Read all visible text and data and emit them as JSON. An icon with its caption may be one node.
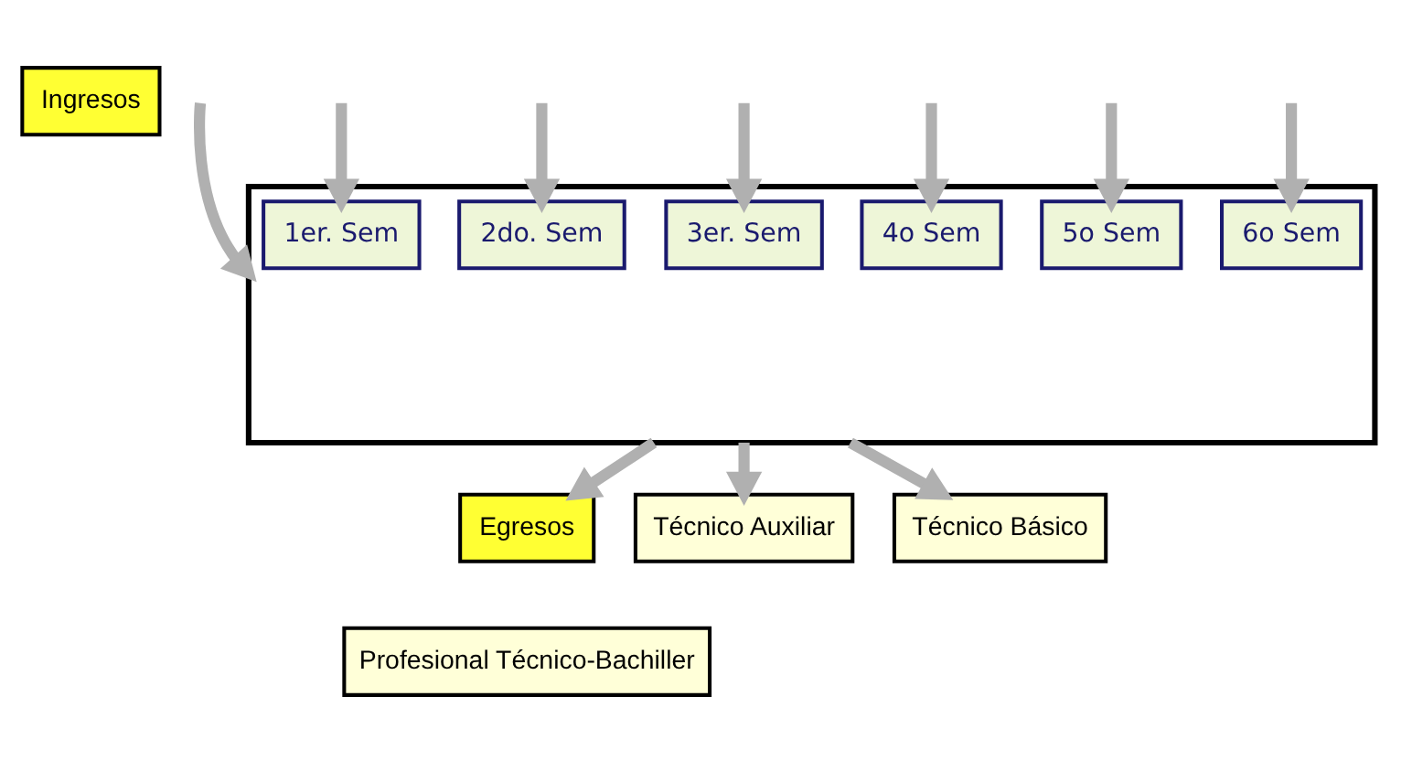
{
  "diagram": {
    "nodes": [
      {
        "text": [
          "Ingresos"
        ]
      },
      {
        "text": [],
        "shape": "box"
      },
      {
        "text": [
          "1er. Sem"
        ],
        "in": 1
      },
      {
        "text": [
          "2do. Sem"
        ],
        "in": 1
      },
      {
        "text": [
          "3er. Sem"
        ],
        "in": 1
      },
      {
        "text": [
          "4o Sem"
        ],
        "in": 1
      },
      {
        "text": [
          "5o Sem"
        ],
        "in": 1
      },
      {
        "text": [
          "6o Sem"
        ],
        "in": 1
      },
      {
        "text": [
          "Egresos"
        ]
      },
      {
        "text": [
          "Profesional Técnico-Bachiller"
        ]
      },
      {
        "text": [
          "Técnico Auxiliar"
        ]
      },
      {
        "text": [
          "Técnico Básico"
        ]
      }
    ],
    "edges": [
      {
        "from": null,
        "to": 2,
        "arrow": "to"
      },
      {
        "from": null,
        "to": 3,
        "arrow": "to"
      },
      {
        "from": null,
        "to": 4,
        "arrow": "to"
      },
      {
        "from": null,
        "to": 5,
        "arrow": "to"
      },
      {
        "from": null,
        "to": 6,
        "arrow": "to"
      },
      {
        "from": null,
        "to": 7,
        "arrow": "to"
      },
      {
        "from": null,
        "to": 1,
        "arrow": "to"
      },
      {
        "from": 1,
        "to": 8,
        "arrow": "to"
      },
      {
        "from": 1,
        "to": 10,
        "arrow": "to"
      },
      {
        "from": 1,
        "to": 11,
        "arrow": "to"
      }
    ]
  }
}
